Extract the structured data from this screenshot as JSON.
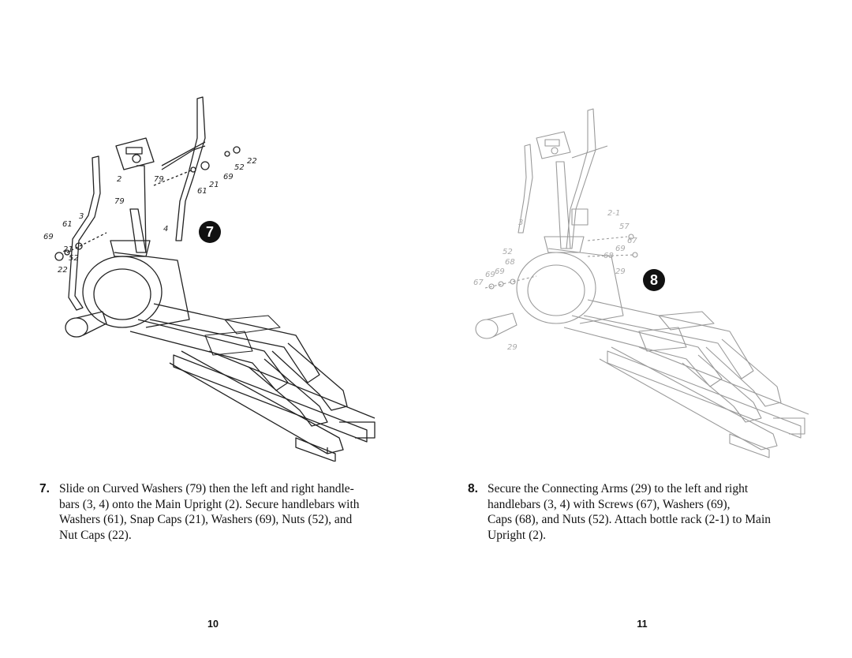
{
  "left_page": {
    "step_number": "7",
    "badge": "7",
    "instruction_lines": "Slide on Curved Washers (79) then the left and right handle-\nbars (3, 4) onto the Main Upright (2).  Secure handlebars with\nWashers (61), Snap Caps (21), Washers (69), Nuts (52), and\nNut Caps (22).",
    "page_number": "10",
    "part_labels": [
      "22",
      "52",
      "69",
      "21",
      "61",
      "79",
      "2",
      "79",
      "3",
      "61",
      "69",
      "21",
      "52",
      "22",
      "4"
    ]
  },
  "right_page": {
    "step_number": "8.",
    "badge": "8",
    "instruction_lines": "Secure the Connecting Arms (29) to the left and right\nhandlebars (3, 4) with Screws (67), Washers (69),\nCaps (68), and Nuts (52).  Attach bottle rack (2-1) to Main\nUpright (2).",
    "page_number": "11",
    "part_labels": [
      "2-1",
      "57",
      "67",
      "69",
      "68",
      "29",
      "3",
      "52",
      "68",
      "69",
      "67",
      "69",
      "29"
    ]
  },
  "left_step_suffix": ".",
  "icons": [
    "elliptical-trainer-diagram-icon"
  ]
}
